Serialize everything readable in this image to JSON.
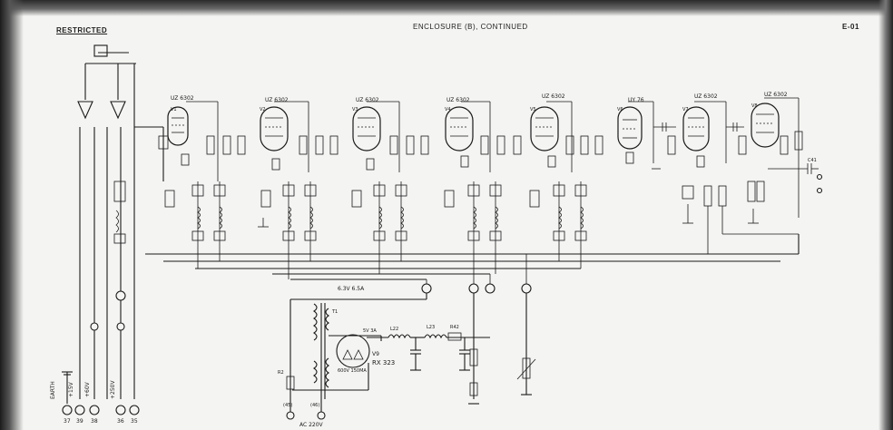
{
  "header": {
    "classification": "RESTRICTED",
    "title": "ENCLOSURE (B), CONTINUED",
    "page_ref": "E-01"
  },
  "tubes": [
    {
      "label": "UZ 6302",
      "ref": "V1"
    },
    {
      "label": "UZ 6302",
      "ref": "V2"
    },
    {
      "label": "UZ 6302",
      "ref": "V3"
    },
    {
      "label": "UZ 6302",
      "ref": "V4"
    },
    {
      "label": "UZ 6302",
      "ref": "V5"
    },
    {
      "label": "UY 76",
      "ref": "V6"
    },
    {
      "label": "UZ 6302",
      "ref": "V7"
    },
    {
      "label": "UZ 6302",
      "ref": "V8"
    }
  ],
  "power_supply": {
    "transformer_ref": "T1",
    "secondary_low": "6.3V 6.5A",
    "secondary_rect": "5V 3A",
    "secondary_high": "600V 150MA",
    "rectifier_ref": "V9",
    "rectifier_type": "RX 323",
    "chokes": [
      "L22",
      "L23"
    ],
    "resistor": "R42",
    "mains_label": "AC 220V",
    "mains_pins": [
      "(45)",
      "(46)"
    ],
    "fuse": "R2"
  },
  "input_terminals": {
    "labels": [
      "EARTH",
      "+15V",
      "+60V",
      "+250V"
    ],
    "pins": [
      "37",
      "39",
      "38",
      "36",
      "35"
    ]
  },
  "output": {
    "ref": "C41"
  }
}
